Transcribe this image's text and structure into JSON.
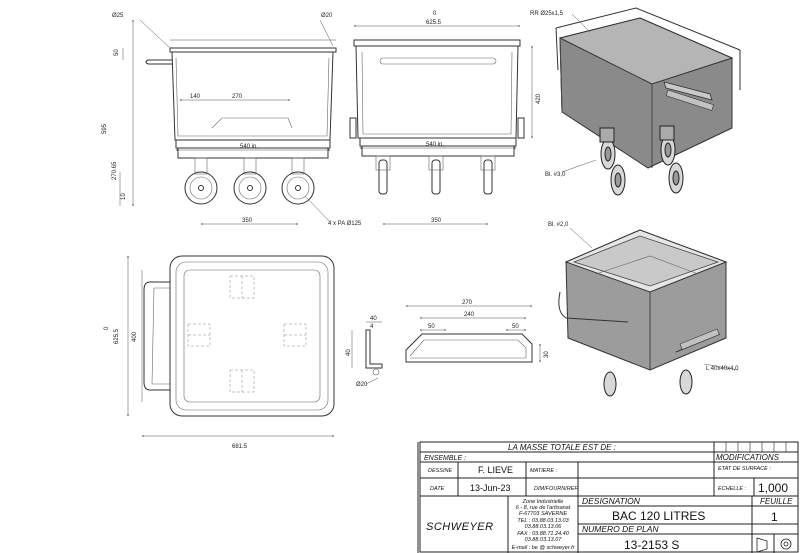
{
  "dimensions": {
    "d25": "Ø25",
    "d20_top": "Ø20",
    "w625_5": "625.5",
    "zero_front": "0",
    "rr": "RR Ø25x1,5",
    "h595": "595",
    "h50": "50",
    "h420": "420",
    "w140": "140",
    "w270_top": "270",
    "w540_left": "540 in.",
    "w540_right": "540 in.",
    "h270_65": "270.65",
    "h10": "10",
    "w350_left": "350",
    "w350_right": "350",
    "wheels": "4 x PA Ø125",
    "bl3": "Bl. #3,0",
    "bl2": "Bl. #2,0",
    "zero_side": "0",
    "h625_5_side": "625.5",
    "h400": "400",
    "w681_5": "681.5",
    "w270_detail": "270",
    "w240": "240",
    "w40": "40",
    "w4": "4",
    "w50a": "50",
    "w50b": "50",
    "h40": "40",
    "h30": "30",
    "d20_detail": "Ø20",
    "angle": "L 40x40x4,0"
  },
  "title_block": {
    "masse_label": "LA MASSE TOTALE EST DE :",
    "ensemble_label": "ENSEMBLE :",
    "modifications_label": "MODIFICATIONS",
    "dessine_label": "DESSINE",
    "dessine_value": "F. LIEVE",
    "matiere_label": "MATIERE :",
    "etat_surface_label": "ETAT DE SURFACE :",
    "date_label": "DATE",
    "date_value": "13-Jun-23",
    "dimfourn_label": "DIM/FOURN/REF",
    "echelle_label": "ECHELLE :",
    "echelle_value": "1,000",
    "company_name": "SCHWEYER",
    "company_address": [
      "Zone Industrielle",
      "6 - 8, rue de l'artisanat",
      "F-67703 SAVERNE",
      "TEL : 03.88.03.13.03",
      "03.88.03.13.06",
      "FAX : 03.88.71.24.40",
      "03.88.03.13.07",
      "E-mail : be @ schweyer.fr"
    ],
    "designation_label": "DESIGNATION",
    "designation_value": "BAC 120 LITRES",
    "feuille_label": "FEUILLE",
    "feuille_value": "1",
    "numero_label": "NUMERO DE PLAN",
    "numero_value": "13-2153 S"
  }
}
